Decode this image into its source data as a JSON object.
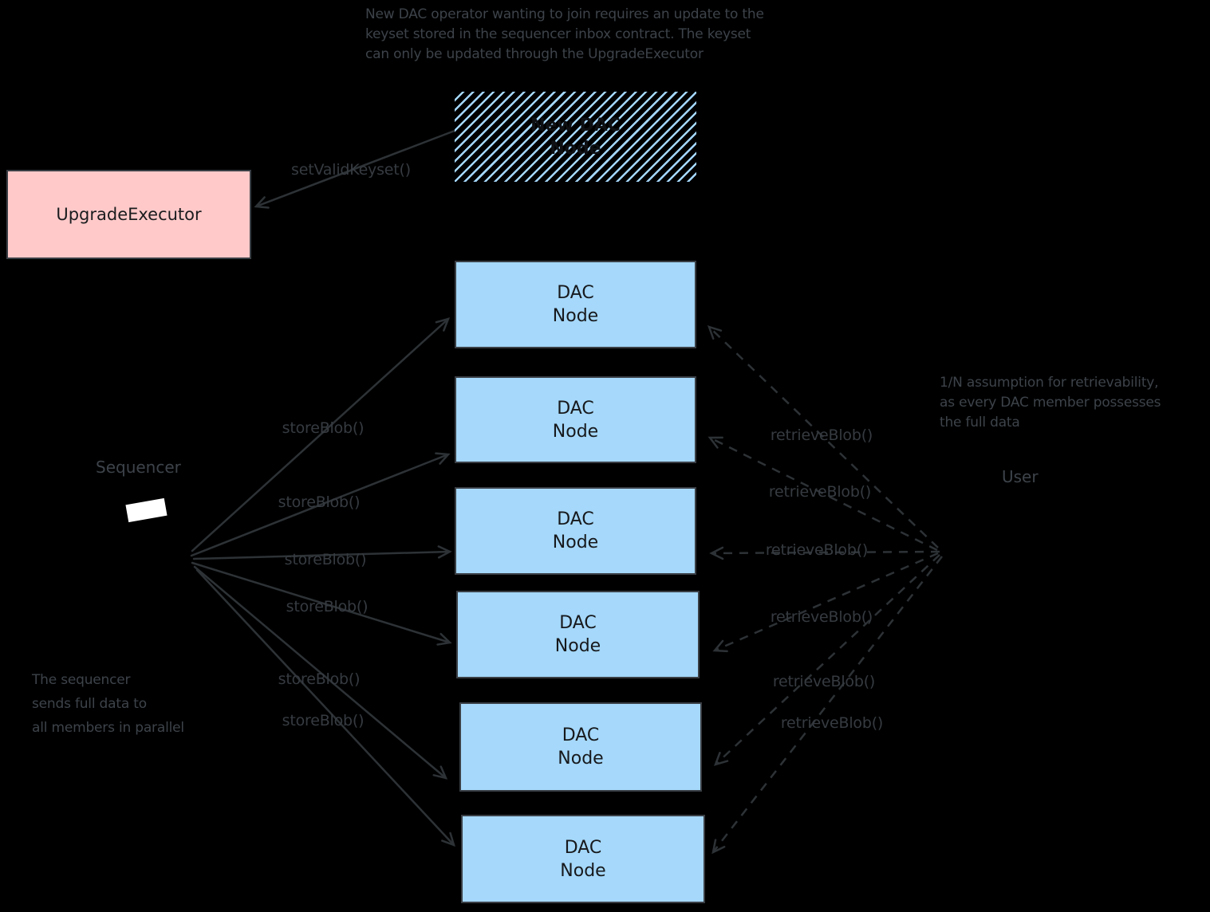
{
  "background": "#000000",
  "colors": {
    "dac_node_fill": "#a5d8fa",
    "upgrade_executor_fill": "#ffc9c9",
    "hatch_blue": "#a5d8ff",
    "text_gray": "#3d434a",
    "arrow_gray": "#2d3236",
    "sequencer_icon_white": "#ffffff"
  },
  "notes": {
    "top": "New DAC operator wanting to join requires an update to the\nkeyset stored in the sequencer inbox contract. The keyset\ncan only be updated through the UpgradeExecutor",
    "left": "The sequencer\nsends full data to\nall members in parallel",
    "right": "1/N assumption for retrievability,\nas every DAC member possesses\nthe full data"
  },
  "actors": {
    "sequencer": "Sequencer",
    "user": "User"
  },
  "boxes": {
    "upgrade_executor": "UpgradeExecutor",
    "new_dac_node": "New DAC\nNode",
    "dac_nodes": [
      {
        "label": "DAC\nNode"
      },
      {
        "label": "DAC\nNode"
      },
      {
        "label": "DAC\nNode"
      },
      {
        "label": "DAC\nNode"
      },
      {
        "label": "DAC\nNode"
      },
      {
        "label": "DAC\nNode"
      }
    ]
  },
  "calls": {
    "set_valid_keyset": "setValidKeyset()",
    "store_blob": [
      "storeBlob()",
      "storeBlob()",
      "storeBlob()",
      "storeBlob()",
      "storeBlob()",
      "storeBlob()"
    ],
    "retrieve_blob": [
      "retrieveBlob()",
      "retrieveBlob()",
      "retrieveBlob()",
      "retrieveBlob()",
      "retrieveBlob()",
      "retrieveBlob()"
    ]
  }
}
